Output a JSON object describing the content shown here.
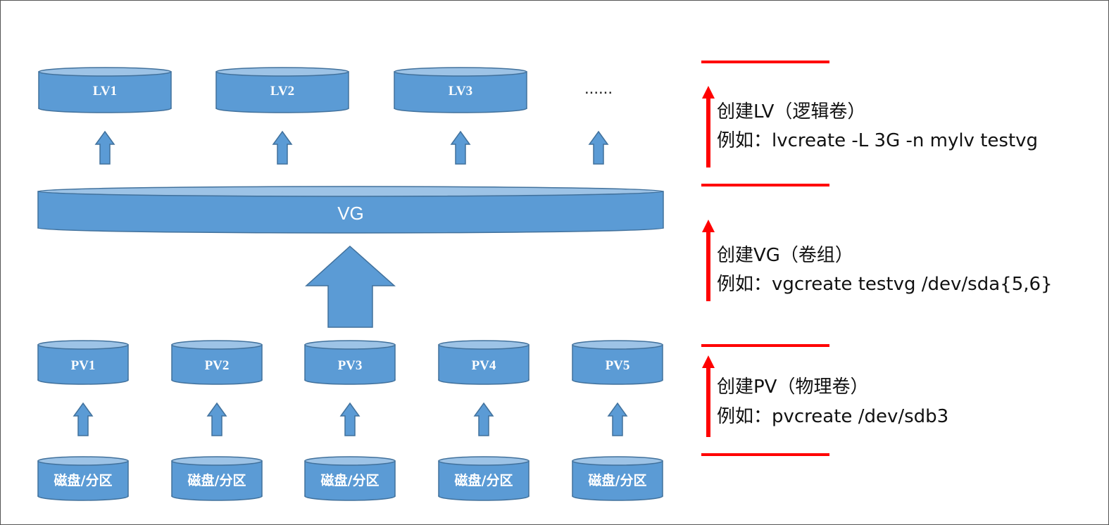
{
  "lv_labels": [
    "LV1",
    "LV2",
    "LV3",
    "......"
  ],
  "vg_label": "VG",
  "pv_labels": [
    "PV1",
    "PV2",
    "PV3",
    "PV4",
    "PV5"
  ],
  "disk_label": "磁盘/分区",
  "steps": {
    "lv": {
      "title": "创建LV（逻辑卷）",
      "example": "例如：lvcreate -L 3G -n mylv testvg"
    },
    "vg": {
      "title": "创建VG（卷组）",
      "example": "例如：vgcreate testvg /dev/sda{5,6}"
    },
    "pv": {
      "title": "创建PV（物理卷）",
      "example": "例如：pvcreate /dev/sdb3"
    }
  },
  "colors": {
    "cylinder": "#5b9bd5",
    "cylinder_top": "#9dc3e6",
    "outline": "#41719c",
    "step_marker": "#ff0000"
  }
}
